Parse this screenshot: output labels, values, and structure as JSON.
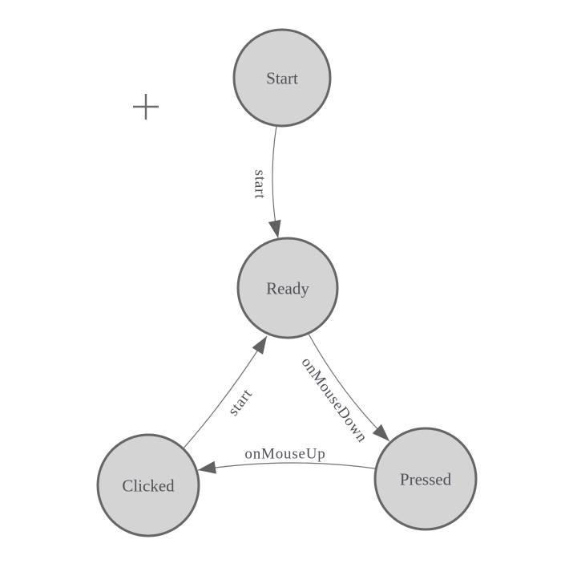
{
  "diagram": {
    "type": "state-machine",
    "nodes": [
      {
        "id": "Start",
        "label": "Start"
      },
      {
        "id": "Ready",
        "label": "Ready"
      },
      {
        "id": "Clicked",
        "label": "Clicked"
      },
      {
        "id": "Pressed",
        "label": "Pressed"
      }
    ],
    "transitions": [
      {
        "from": "Start",
        "to": "Ready",
        "label": "start"
      },
      {
        "from": "Clicked",
        "to": "Ready",
        "label": "start"
      },
      {
        "from": "Ready",
        "to": "Pressed",
        "label": "onMouseDown"
      },
      {
        "from": "Pressed",
        "to": "Clicked",
        "label": "onMouseUp"
      }
    ],
    "colors": {
      "background": "#ffffff",
      "node_fill": "#d4d4d4",
      "node_stroke": "#666666",
      "edge_stroke": "#707070",
      "arrowhead_fill": "#616161",
      "text": "#50505a",
      "crosshair": "#6b6b6b"
    }
  }
}
